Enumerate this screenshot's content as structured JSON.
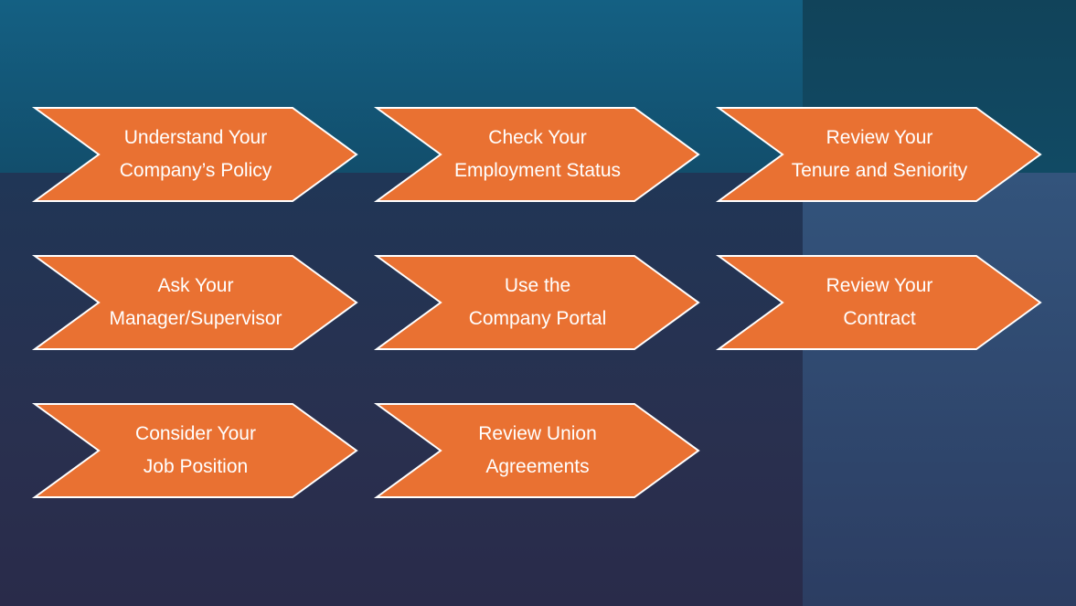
{
  "colors": {
    "chevron_fill": "#e97132",
    "chevron_stroke": "#ffffff",
    "text": "#ffffff"
  },
  "steps": [
    {
      "line1": "Understand Your",
      "line2": "Company’s Policy"
    },
    {
      "line1": "Check Your",
      "line2": "Employment Status"
    },
    {
      "line1": "Review Your",
      "line2": "Tenure and Seniority"
    },
    {
      "line1": "Ask Your",
      "line2": "Manager/Supervisor"
    },
    {
      "line1": "Use the",
      "line2": "Company Portal"
    },
    {
      "line1": "Review Your",
      "line2": "Contract"
    },
    {
      "line1": "Consider Your",
      "line2": "Job Position"
    },
    {
      "line1": "Review Union",
      "line2": "Agreements"
    }
  ]
}
